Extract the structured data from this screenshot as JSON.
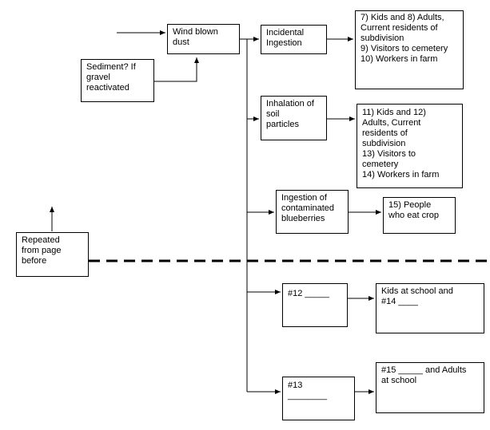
{
  "nodes": {
    "wind": [
      "Wind blown",
      "dust"
    ],
    "sediment": [
      "Sediment? If",
      "gravel",
      "reactivated"
    ],
    "incidental": [
      "Incidental",
      "Ingestion"
    ],
    "receptors1": [
      "7) Kids and 8) Adults,",
      "Current residents of",
      "subdivision",
      "9) Visitors to cemetery",
      "10) Workers in farm"
    ],
    "inhalation": [
      "Inhalation of",
      "soil",
      "particles"
    ],
    "receptors2": [
      "11) Kids and 12)",
      "Adults, Current",
      "residents of",
      "subdivision",
      "13) Visitors to",
      "cemetery",
      "14) Workers in farm"
    ],
    "blueberries": [
      "Ingestion of",
      "contaminated",
      "blueberries"
    ],
    "receptors3": [
      "15) People",
      "who eat crop"
    ],
    "repeated": [
      "Repeated",
      "from page",
      "before"
    ],
    "n12": [
      "#12 _____"
    ],
    "school": [
      "Kids at school and",
      "#14  ____"
    ],
    "n13": [
      "#13",
      "________"
    ],
    "n15": [
      "#15 _____ and Adults",
      "at school"
    ]
  }
}
